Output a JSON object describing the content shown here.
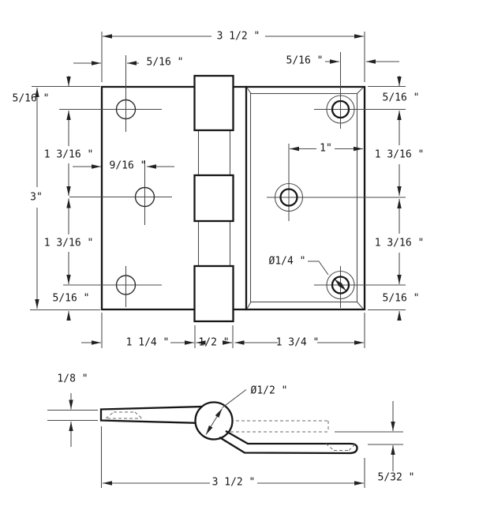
{
  "colors": {
    "ink": "#161616",
    "thin_line": "#4a4a4a",
    "background": "#ffffff"
  },
  "top_view": {
    "overall_width": "3 1/2 \"",
    "overall_height": "3\"",
    "left_hole_top_inset": "5/16 \"",
    "right_hole_top_inset": "5/16 \"",
    "left_chain": {
      "top": "5/16 \"",
      "upper": "1 3/16 \"",
      "lower": "1 3/16 \"",
      "bottom": "5/16 \""
    },
    "right_chain": {
      "top": "5/16 \"",
      "upper": "1 3/16 \"",
      "lower": "1 3/16 \"",
      "bottom": "5/16 \""
    },
    "center_hole_inset": "9/16 \"",
    "right_center_hole_inset": "1\"",
    "hole_diameter": "Ø1/4 \"",
    "bottom_chain": {
      "left_leaf": "1 1/4 \"",
      "barrel": "1/2 \"",
      "right_leaf": "1 3/4 \""
    }
  },
  "side_view": {
    "leaf_thickness": "1/8 \"",
    "barrel_diameter": "Ø1/2 \"",
    "overall_width": "3 1/2 \"",
    "leaf_offset": "5/32 \""
  }
}
